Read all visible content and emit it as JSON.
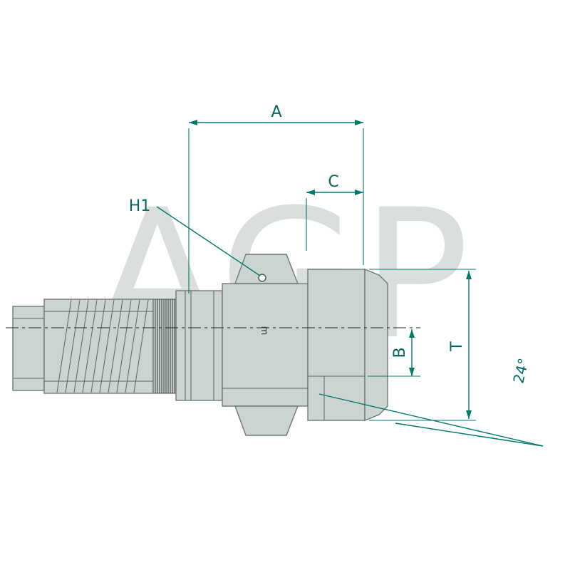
{
  "page": {
    "background": "#ffffff"
  },
  "watermark": {
    "text": "AGP",
    "color": "#dadedc"
  },
  "drawing": {
    "type": "hydraulic-fitting-technical-drawing",
    "fill": "#ccd4d0",
    "stroke": "#6e7a74",
    "marking": "m"
  },
  "dimensions": {
    "line_color": "#00786b",
    "text_color": "#00695e",
    "a_label": "A",
    "c_label": "C",
    "h1_label": "H1",
    "b_label": "B",
    "t_label": "T",
    "angle_label": "24°"
  }
}
